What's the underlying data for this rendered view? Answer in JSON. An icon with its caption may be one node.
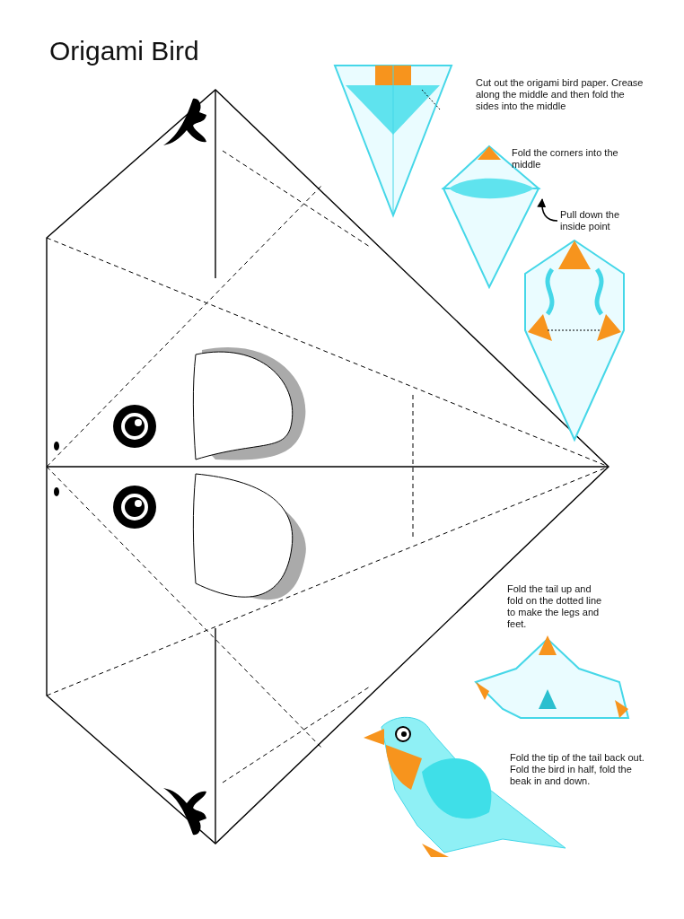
{
  "diagram": {
    "title": "Origami Bird",
    "nodes": [
      {
        "text": [
          "Pull down the inside point"
        ]
      },
      {
        "text": [],
        "shape": "picture"
      }
    ],
    "edges": [
      {
        "from": 0,
        "to": 1,
        "arrow": "to"
      }
    ],
    "labels": [
      "Cut out the origami bird paper. Crease along the middle and then fold the sides into the middle",
      "Fold the corners into the middle",
      "Fold the tail up and fold on the dotted line to make the legs and feet.",
      "Fold the tip of the tail back out. Fold the bird in half, fold the beak in and down."
    ]
  }
}
